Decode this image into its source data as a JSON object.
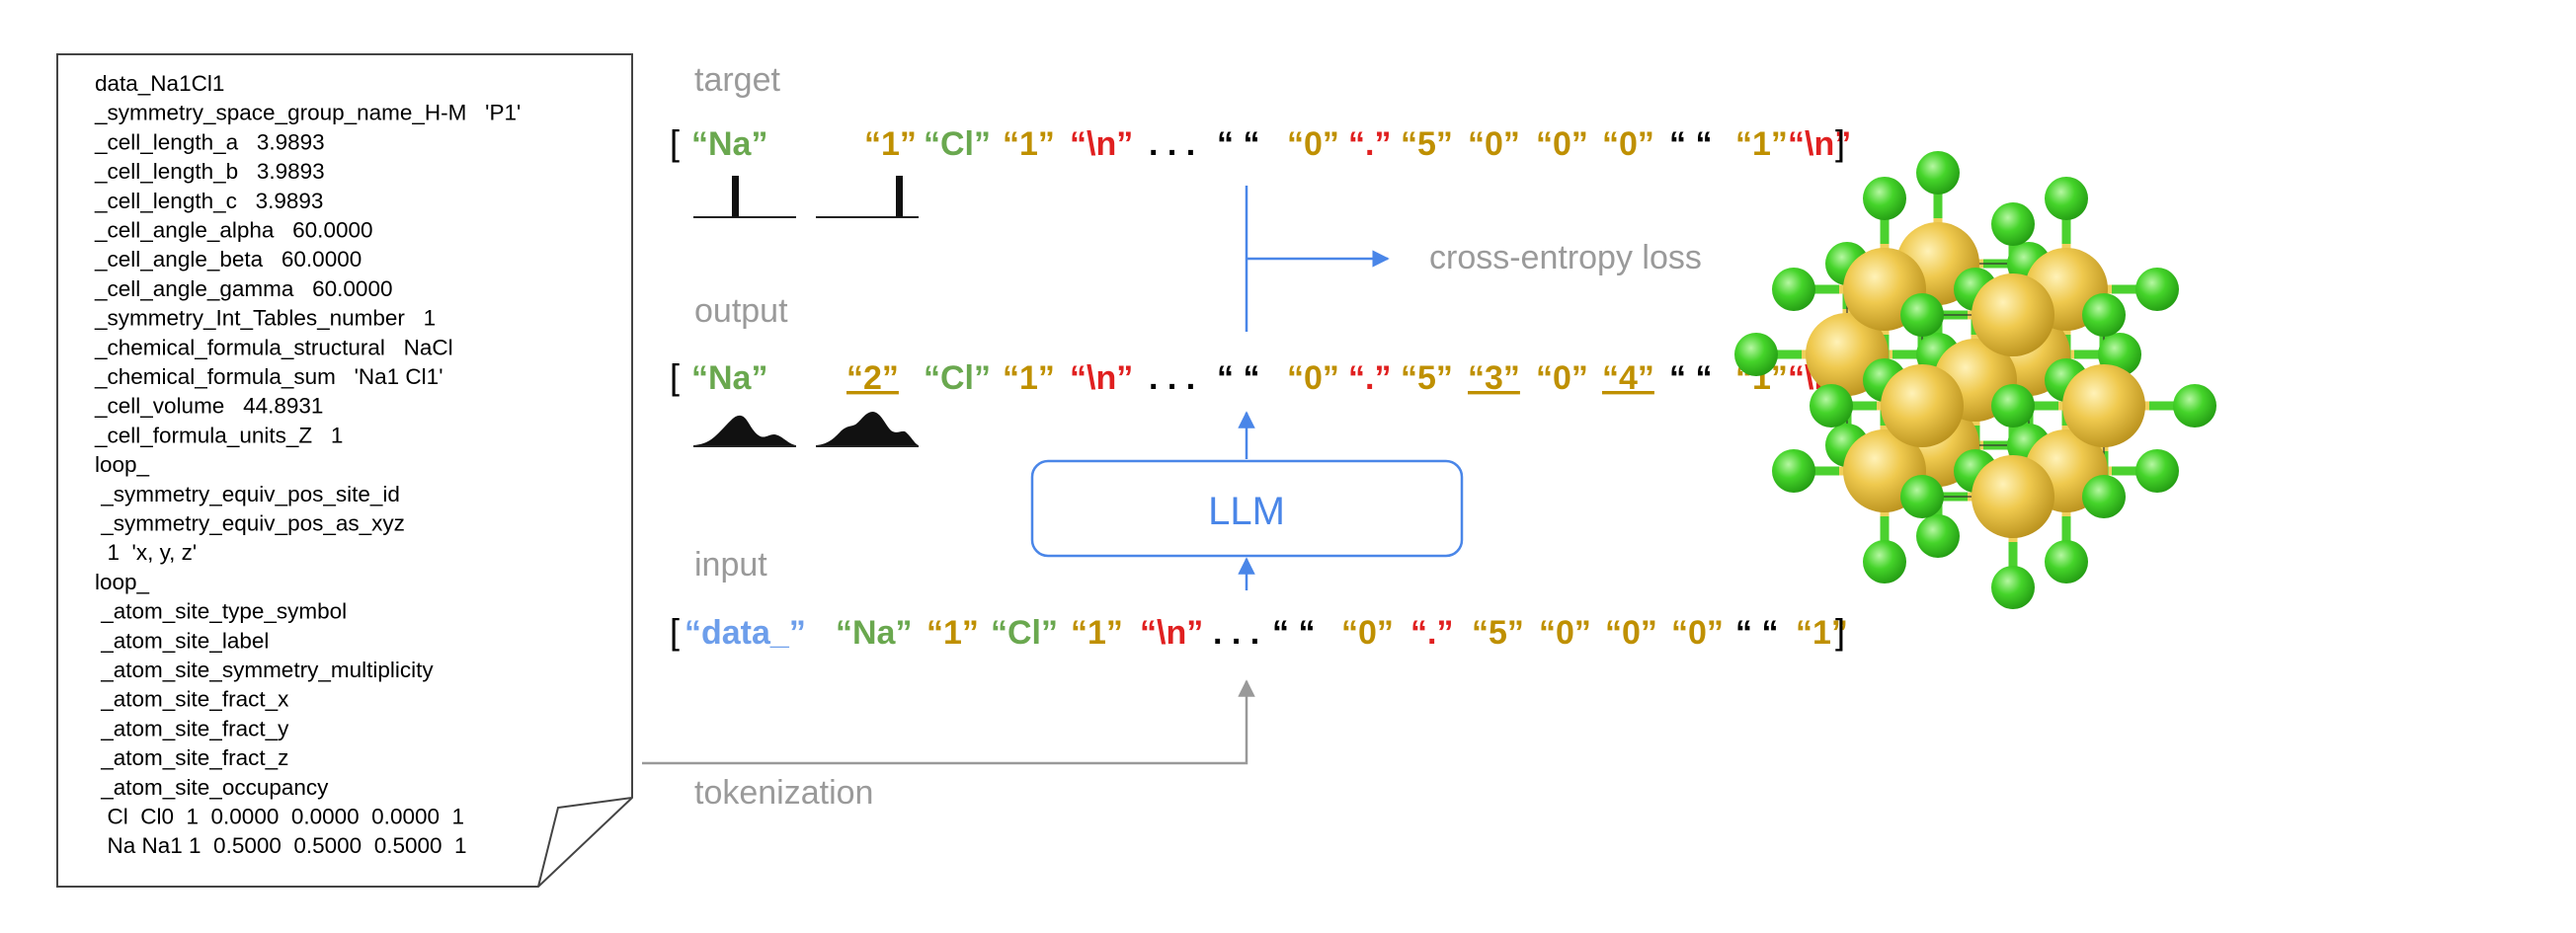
{
  "colors": {
    "default": "#000000",
    "element": "#6aa84f",
    "number": "#bf9000",
    "newline": "#e02020",
    "tag": "#6d9eeb",
    "arrow_blue": "#4a86e8",
    "arrow_gray": "#999999",
    "label_gray": "#9a9a9a"
  },
  "cif_lines": [
    "data_Na1Cl1",
    "_symmetry_space_group_name_H-M   'P1'",
    "_cell_length_a   3.9893",
    "_cell_length_b   3.9893",
    "_cell_length_c   3.9893",
    "_cell_angle_alpha   60.0000",
    "_cell_angle_beta   60.0000",
    "_cell_angle_gamma   60.0000",
    "_symmetry_Int_Tables_number   1",
    "_chemical_formula_structural   NaCl",
    "_chemical_formula_sum   'Na1 Cl1'",
    "_cell_volume   44.8931",
    "_cell_formula_units_Z   1",
    "loop_",
    " _symmetry_equiv_pos_site_id",
    " _symmetry_equiv_pos_as_xyz",
    "  1  'x, y, z'",
    "loop_",
    " _atom_site_type_symbol",
    " _atom_site_label",
    " _atom_site_symmetry_multiplicity",
    " _atom_site_fract_x",
    " _atom_site_fract_y",
    " _atom_site_fract_z",
    " _atom_site_occupancy",
    "  Cl  Cl0  1  0.0000  0.0000  0.0000  1",
    "  Na Na1 1  0.5000  0.5000  0.5000  1"
  ],
  "labels": {
    "target": "target",
    "output": "output",
    "input": "input",
    "tokenization": "tokenization",
    "loss": "cross-entropy loss",
    "llm": "LLM",
    "ellipsis": ". . .",
    "open_bracket": "[",
    "close_bracket": "]"
  },
  "target_tokens": [
    {
      "text": "“Na”",
      "kind": "element"
    },
    {
      "text": "“1”",
      "kind": "number"
    },
    {
      "text": "“Cl”",
      "kind": "element"
    },
    {
      "text": "“1”",
      "kind": "number"
    },
    {
      "text": "“\\n”",
      "kind": "newline"
    },
    {
      "text": ". . .",
      "kind": "default"
    },
    {
      "text": "“ “",
      "kind": "default"
    },
    {
      "text": "“0”",
      "kind": "number"
    },
    {
      "text": "“.”",
      "kind": "newline"
    },
    {
      "text": "“5”",
      "kind": "number"
    },
    {
      "text": "“0”",
      "kind": "number"
    },
    {
      "text": "“0”",
      "kind": "number"
    },
    {
      "text": "“0”",
      "kind": "number"
    },
    {
      "text": "“ “",
      "kind": "default"
    },
    {
      "text": "“1”",
      "kind": "number"
    },
    {
      "text": "“\\n”",
      "kind": "newline"
    }
  ],
  "output_tokens": [
    {
      "text": "“Na”",
      "kind": "element"
    },
    {
      "text": "“2”",
      "kind": "number",
      "underline": true
    },
    {
      "text": "“Cl”",
      "kind": "element"
    },
    {
      "text": "“1”",
      "kind": "number"
    },
    {
      "text": "“\\n”",
      "kind": "newline"
    },
    {
      "text": ". . .",
      "kind": "default"
    },
    {
      "text": "“ “",
      "kind": "default"
    },
    {
      "text": "“0”",
      "kind": "number"
    },
    {
      "text": "“.”",
      "kind": "newline"
    },
    {
      "text": "“5”",
      "kind": "number"
    },
    {
      "text": "“3”",
      "kind": "number",
      "underline": true
    },
    {
      "text": "“0”",
      "kind": "number"
    },
    {
      "text": "“4”",
      "kind": "number",
      "underline": true
    },
    {
      "text": "“ “",
      "kind": "default"
    },
    {
      "text": "“1”",
      "kind": "number"
    },
    {
      "text": "“\\n”",
      "kind": "newline"
    }
  ],
  "input_tokens": [
    {
      "text": "“data_”",
      "kind": "tag"
    },
    {
      "text": "“Na”",
      "kind": "element"
    },
    {
      "text": "“1”",
      "kind": "number"
    },
    {
      "text": "“Cl”",
      "kind": "element"
    },
    {
      "text": "“1”",
      "kind": "number"
    },
    {
      "text": "“\\n”",
      "kind": "newline"
    },
    {
      "text": ". . .",
      "kind": "default"
    },
    {
      "text": "“ “",
      "kind": "default"
    },
    {
      "text": "“0”",
      "kind": "number"
    },
    {
      "text": "“.”",
      "kind": "newline"
    },
    {
      "text": "“5”",
      "kind": "number"
    },
    {
      "text": "“0”",
      "kind": "number"
    },
    {
      "text": "“0”",
      "kind": "number"
    },
    {
      "text": "“0”",
      "kind": "number"
    },
    {
      "text": "“ “",
      "kind": "default"
    },
    {
      "text": "“1”",
      "kind": "number"
    }
  ],
  "crystal": {
    "structure": "rock-salt NaCl supercell",
    "large_atom_color": "#e8c24a",
    "small_atom_color": "#44d02a",
    "bond_color_a": "#f0cf5a",
    "bond_color_b": "#4bd12f"
  }
}
